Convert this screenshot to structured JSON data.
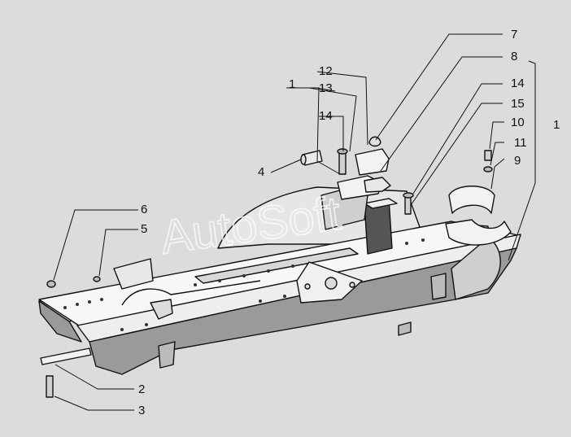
{
  "watermark": "AutoSoft",
  "callouts": {
    "c7": "7",
    "c8": "8",
    "c12": "12",
    "c13": "13",
    "c1a": "1",
    "c14a": "14",
    "c14b": "14",
    "c15": "15",
    "c10": "10",
    "c11": "11",
    "c9": "9",
    "c1b": "1",
    "c4": "4",
    "c6": "6",
    "c5": "5",
    "c2": "2",
    "c3": "3"
  },
  "colors": {
    "background": "#dcdcdc",
    "line": "#111111",
    "shade": "#9a9a9a",
    "fill": "#f2f2f2"
  }
}
